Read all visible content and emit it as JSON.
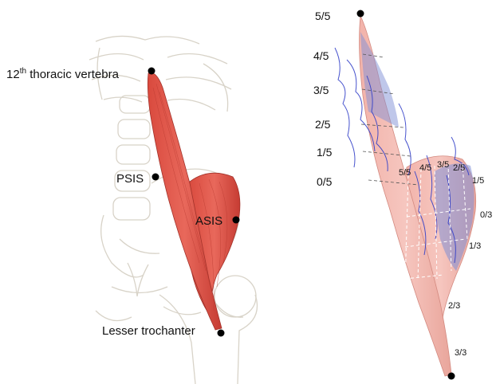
{
  "left_panel": {
    "labels": {
      "t12_prefix": "12",
      "t12_sup": "th",
      "t12_suffix": " thoracic vertebra",
      "psis": "PSIS",
      "asis": "ASIS",
      "lesser_trochanter": "Lesser trochanter"
    }
  },
  "right_panel": {
    "psoas_levels": [
      "5/5",
      "4/5",
      "3/5",
      "2/5",
      "1/5",
      "0/5"
    ],
    "iliacus_top_levels": [
      "5/5",
      "4/5",
      "3/5",
      "2/5",
      "1/5"
    ],
    "iliacus_side_levels": [
      "0/3",
      "1/3",
      "2/3",
      "3/3"
    ]
  }
}
